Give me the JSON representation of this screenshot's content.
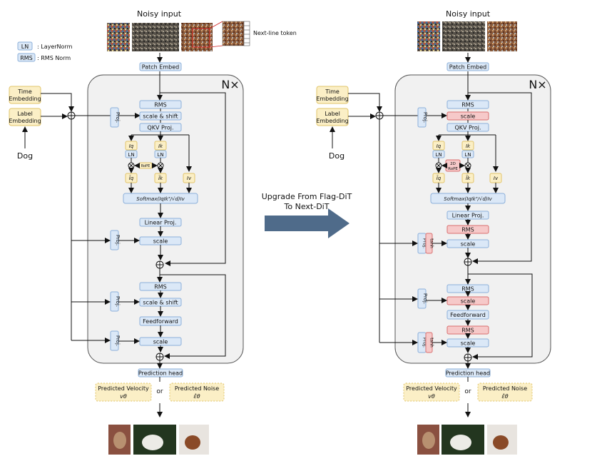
{
  "legend": {
    "ln_tag": "LN",
    "ln_text": ": LayerNorm",
    "rms_tag": "RMS",
    "rms_text": ": RMS Norm"
  },
  "left": {
    "noisy_input": "Noisy input",
    "next_line_token": "Next-line token",
    "patch_embed": "Patch Embed",
    "n_times": "N×",
    "time_embedding": [
      "Time",
      "Embedding"
    ],
    "label_embedding": [
      "Label",
      "Embedding"
    ],
    "dog": "Dog",
    "rms_top": "RMS",
    "scale_shift_1": "scale & shift",
    "qkv": "QKV Proj.",
    "iq": "Iq",
    "ik": "Ik",
    "iv": "Iv",
    "ln": "LN",
    "rope": "RoPE",
    "iq2": "Ĩq",
    "ik2": "Ĩk",
    "softmax": "Softmax(IqIkᵀ/√d)Iv",
    "linear": "Linear Proj.",
    "scale_1": "scale",
    "rms_mid": "RMS",
    "scale_shift_2": "scale & shift",
    "feedforward": "Feedforward",
    "scale_2": "scale",
    "proj": "Proj.",
    "prediction_head": "Prediction head",
    "pred_velocity": "Predicted Velocity",
    "pred_velocity_sym": "vθ",
    "or": "or",
    "pred_noise": "Predicted Noise",
    "pred_noise_sym": "ε̂θ"
  },
  "arrow_caption": [
    "Upgrade From Flag-DiT",
    "To Next-DiT"
  ],
  "right": {
    "noisy_input": "Noisy input",
    "patch_embed": "Patch Embed",
    "n_times": "N×",
    "time_embedding": [
      "Time",
      "Embedding"
    ],
    "label_embedding": [
      "Label",
      "Embedding"
    ],
    "dog": "Dog",
    "rms_top": "RMS",
    "scale_1": "scale",
    "qkv": "QKV Proj.",
    "iq": "Iq",
    "ik": "Ik",
    "iv": "Iv",
    "ln": "LN",
    "rope_2d": [
      "2D",
      "RoPE"
    ],
    "iq2": "Ĩq",
    "ik2": "Ĩk",
    "softmax": "Softmax(IqIkᵀ/√d)Iv",
    "linear": "Linear Proj.",
    "rms_a": "RMS",
    "scale_2": "scale",
    "rms_b": "RMS",
    "scale_3": "scale",
    "feedforward": "Feedforward",
    "rms_c": "RMS",
    "scale_4": "scale",
    "proj": "Proj.",
    "tanh": "tanh",
    "prediction_head": "Prediction head",
    "pred_velocity": "Predicted Velocity",
    "pred_velocity_sym": "vθ",
    "or": "or",
    "pred_noise": "Predicted Noise",
    "pred_noise_sym": "ε̂θ"
  },
  "colors": {
    "blue_fill": "#dbe8f7",
    "blue_stroke": "#8cb0da",
    "yellow_fill": "#fbefc6",
    "yellow_stroke": "#e2c46a",
    "red_fill": "#f6c9c9",
    "red_stroke": "#d97070",
    "panel_fill": "#f1f1f1",
    "panel_stroke": "#555555",
    "arrow_fill": "#4f6b8a"
  }
}
